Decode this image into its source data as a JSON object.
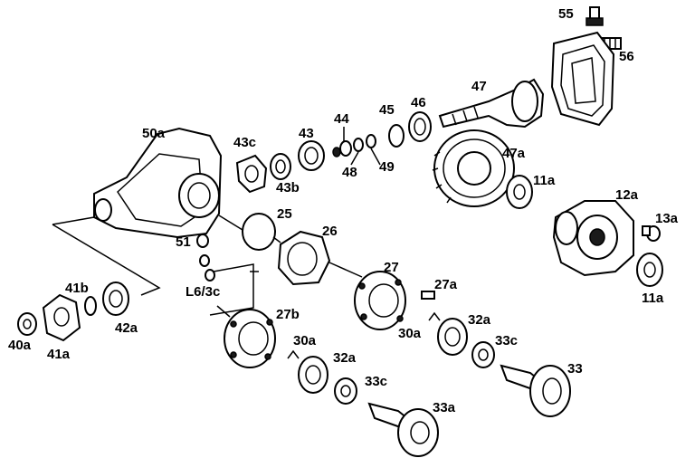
{
  "labels": {
    "p55": "55",
    "p56": "56",
    "p47": "47",
    "p46": "46",
    "p45": "45",
    "p44": "44",
    "p43": "43",
    "p43c": "43c",
    "p43b": "43b",
    "p48": "48",
    "p49": "49",
    "p50a": "50a",
    "p47a": "47a",
    "p11a_top": "11a",
    "p12a": "12a",
    "p13a": "13a",
    "p11a_bottom": "11a",
    "p25": "25",
    "p26": "26",
    "p51": "51",
    "p27": "27",
    "p27a": "27a",
    "l63c": "L6/3c",
    "p41b": "41b",
    "p40a": "40a",
    "p41a": "41a",
    "p42a": "42a",
    "p27b": "27b",
    "p30a_right": "30a",
    "p32a_right": "32a",
    "p33c_right": "33c",
    "p30a_left": "30a",
    "p32a_left": "32a",
    "p33c_left": "33c",
    "p33": "33",
    "p33a": "33a"
  }
}
